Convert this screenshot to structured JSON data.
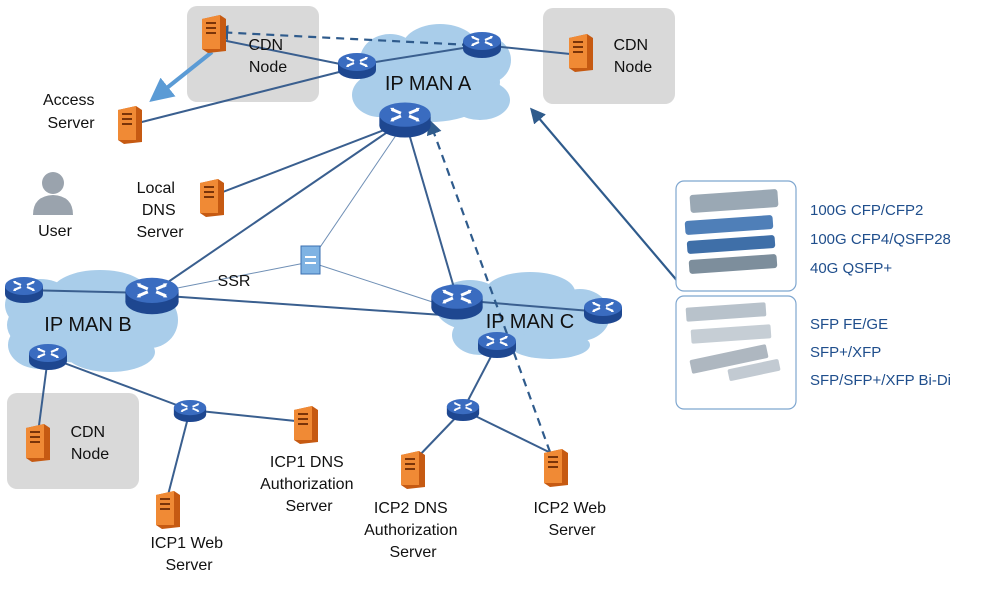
{
  "labels": {
    "cdn_node_top_left": [
      "CDN",
      "Node"
    ],
    "cdn_node_top_right": [
      "CDN",
      "Node"
    ],
    "cdn_node_bottom_left": [
      "CDN",
      "Node"
    ],
    "access_server": [
      "Access",
      "Server"
    ],
    "local_dns_server": [
      "Local",
      "DNS",
      "Server"
    ],
    "user": "User",
    "ssr": "SSR",
    "ip_man_a": "IP MAN A",
    "ip_man_b": "IP MAN B",
    "ip_man_c": "IP MAN C",
    "icp1_dns": [
      "ICP1 DNS",
      "Authorization",
      "Server"
    ],
    "icp1_web": [
      "ICP1 Web",
      "Server"
    ],
    "icp2_dns": [
      "ICP2 DNS",
      "Authorization",
      "Server"
    ],
    "icp2_web": [
      "ICP2 Web",
      "Server"
    ]
  },
  "modules": {
    "group1": [
      "100G CFP/CFP2",
      "100G CFP4/QSFP28",
      "40G QSFP+"
    ],
    "group2": [
      "SFP FE/GE",
      "SFP+/XFP",
      "SFP/SFP+/XFP Bi-Di"
    ]
  },
  "colors": {
    "link": "#3a5f8f",
    "cloud": "#a9cdea",
    "router": "#2a58a6",
    "server": "#e8731f",
    "cdn_box": "#d9d9d9",
    "module_text": "#1f4e8c",
    "arrow_light": "#5b9bd5"
  }
}
